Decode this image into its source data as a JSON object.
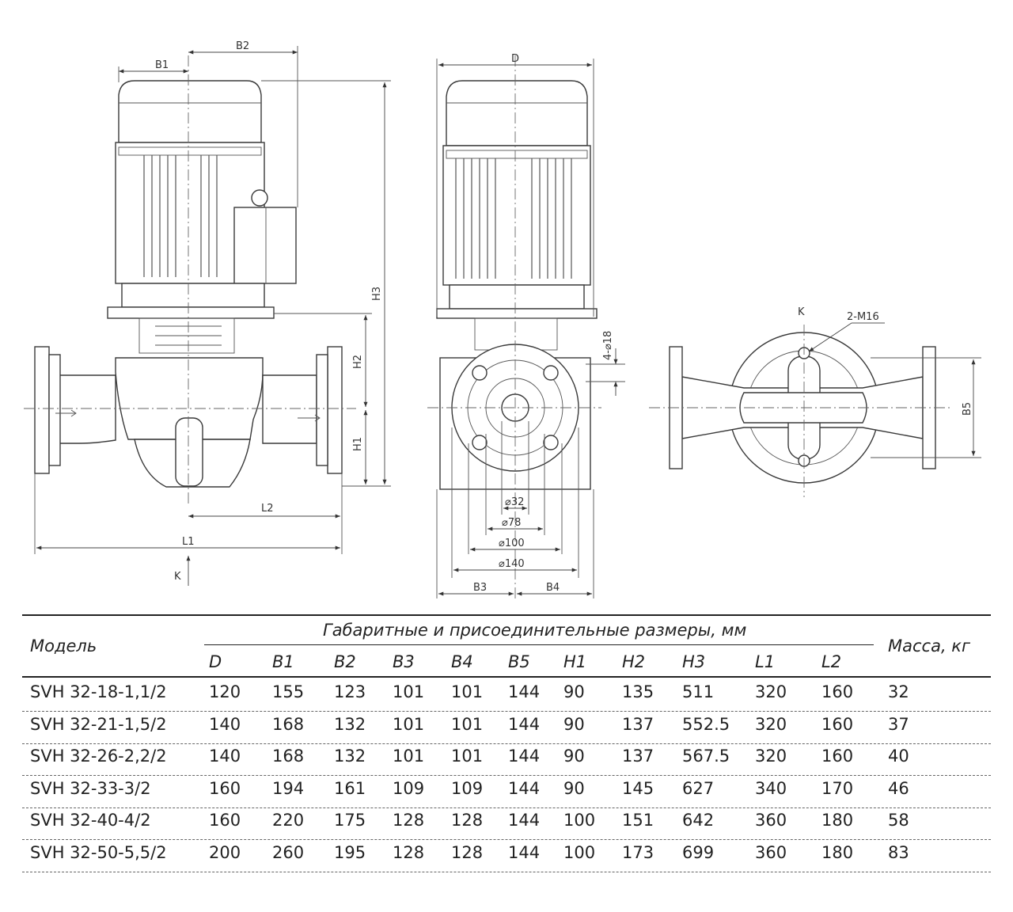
{
  "drawing": {
    "front_view": {
      "dims": {
        "b1": "B1",
        "b2": "B2",
        "h1": "H1",
        "h2": "H2",
        "h3": "H3",
        "l1": "L1",
        "l2": "L2",
        "k": "K"
      }
    },
    "side_view": {
      "dims": {
        "d": "D",
        "b3": "B3",
        "b4": "B4",
        "bolt": "4-⌀18",
        "d32": "⌀32",
        "d78": "⌀78",
        "d100": "⌀100",
        "d140": "⌀140"
      }
    },
    "top_view": {
      "dims": {
        "k": "K",
        "m16": "2-M16",
        "b5": "B5"
      }
    }
  },
  "table": {
    "model_header": "Модель",
    "dims_header": "Габаритные и присоединительные размеры, мм",
    "mass_header": "Масса, кг",
    "columns": [
      "D",
      "B1",
      "B2",
      "B3",
      "B4",
      "B5",
      "H1",
      "H2",
      "H3",
      "L1",
      "L2"
    ],
    "rows": [
      [
        "SVH 32-18-1,1/2",
        "120",
        "155",
        "123",
        "101",
        "101",
        "144",
        "90",
        "135",
        "511",
        "320",
        "160",
        "32"
      ],
      [
        "SVH 32-21-1,5/2",
        "140",
        "168",
        "132",
        "101",
        "101",
        "144",
        "90",
        "137",
        "552.5",
        "320",
        "160",
        "37"
      ],
      [
        "SVH 32-26-2,2/2",
        "140",
        "168",
        "132",
        "101",
        "101",
        "144",
        "90",
        "137",
        "567.5",
        "320",
        "160",
        "40"
      ],
      [
        "SVH 32-33-3/2",
        "160",
        "194",
        "161",
        "109",
        "109",
        "144",
        "90",
        "145",
        "627",
        "340",
        "170",
        "46"
      ],
      [
        "SVH 32-40-4/2",
        "160",
        "220",
        "175",
        "128",
        "128",
        "144",
        "100",
        "151",
        "642",
        "360",
        "180",
        "58"
      ],
      [
        "SVH 32-50-5,5/2",
        "200",
        "260",
        "195",
        "128",
        "128",
        "144",
        "100",
        "173",
        "699",
        "360",
        "180",
        "83"
      ]
    ]
  }
}
